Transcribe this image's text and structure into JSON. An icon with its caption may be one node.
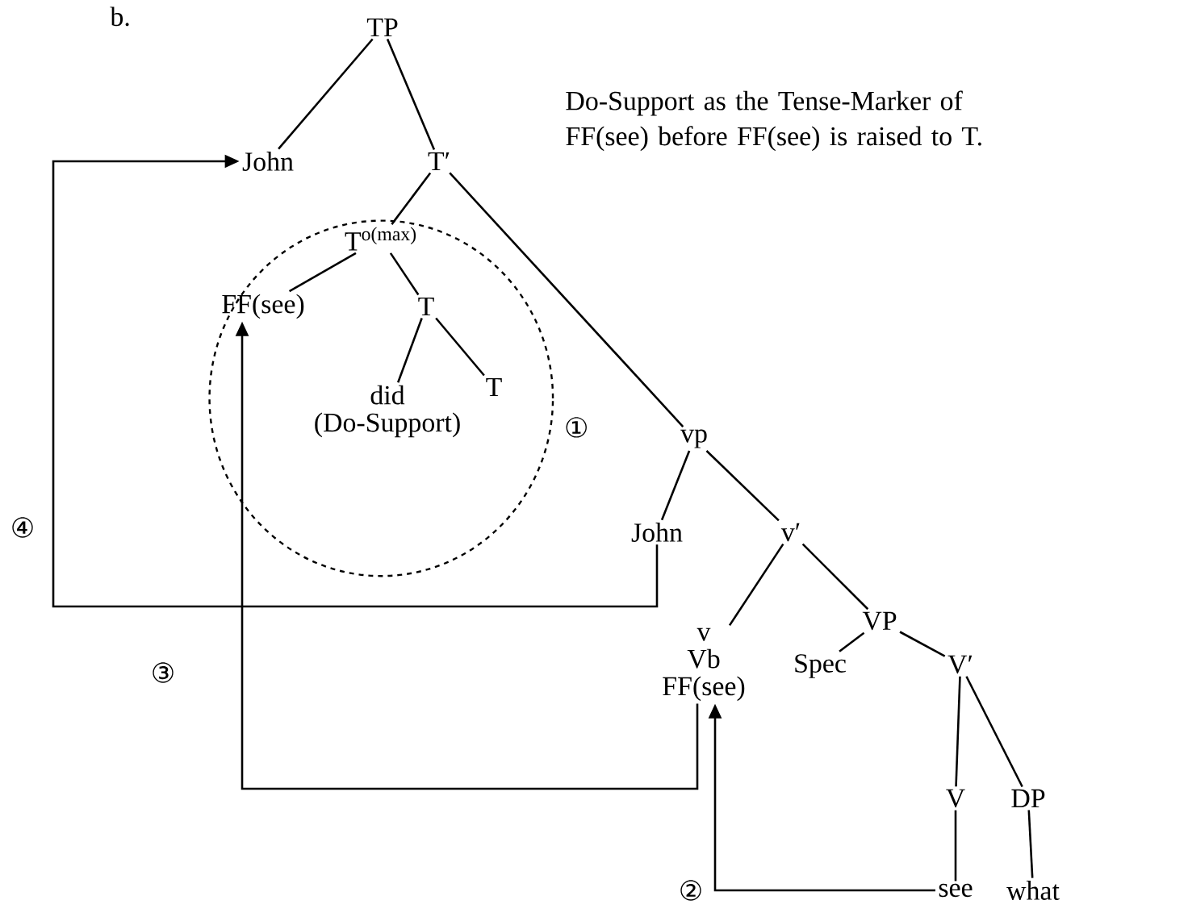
{
  "diagram": {
    "nodes": [
      {
        "text": [
          "TP"
        ]
      },
      {
        "text": [
          "John"
        ]
      },
      {
        "text": [
          "T′"
        ]
      },
      {
        "text": [],
        "shape": "circle",
        "beside": [
          "①"
        ]
      },
      {
        "text": [
          "T$^{o(max)}$"
        ],
        "in": 3
      },
      {
        "text": [
          "FF(see)"
        ],
        "in": 3
      },
      {
        "text": [
          "T"
        ],
        "in": 3
      },
      {
        "text": [
          "did",
          "(Do-Support)"
        ],
        "in": 3
      },
      {
        "text": [
          "T"
        ],
        "in": 3
      },
      {
        "text": [
          "vp"
        ]
      },
      {
        "text": [
          "John"
        ]
      },
      {
        "text": [
          "v′"
        ]
      },
      {
        "text": [
          "v",
          "Vb",
          "FF(see)"
        ]
      },
      {
        "text": [
          "VP"
        ]
      },
      {
        "text": [
          "Spec"
        ]
      },
      {
        "text": [
          "V′"
        ]
      },
      {
        "text": [
          "V"
        ]
      },
      {
        "text": [
          "DP"
        ]
      },
      {
        "text": [
          "see"
        ]
      },
      {
        "text": [
          "what"
        ]
      }
    ],
    "edges": [
      {
        "from": 0,
        "to": 1,
        "arrow": "none"
      },
      {
        "from": 0,
        "to": 2,
        "arrow": "none"
      },
      {
        "from": 2,
        "to": 4,
        "arrow": "none"
      },
      {
        "from": 2,
        "to": 9,
        "arrow": "none"
      },
      {
        "from": 4,
        "to": 5,
        "arrow": "none"
      },
      {
        "from": 4,
        "to": 6,
        "arrow": "none"
      },
      {
        "from": 6,
        "to": 7,
        "arrow": "none"
      },
      {
        "from": 6,
        "to": 8,
        "arrow": "none"
      },
      {
        "from": 9,
        "to": 10,
        "arrow": "none"
      },
      {
        "from": 9,
        "to": 11,
        "arrow": "none"
      },
      {
        "from": 11,
        "to": 12,
        "arrow": "none"
      },
      {
        "from": 11,
        "to": 13,
        "arrow": "none"
      },
      {
        "from": 13,
        "to": 14,
        "arrow": "none"
      },
      {
        "from": 13,
        "to": 15,
        "arrow": "none"
      },
      {
        "from": 15,
        "to": 16,
        "arrow": "none"
      },
      {
        "from": 15,
        "to": 17,
        "arrow": "none"
      },
      {
        "from": 16,
        "to": 18,
        "arrow": "none"
      },
      {
        "from": 17,
        "to": 19,
        "arrow": "none"
      },
      {
        "from": 18,
        "to": 12,
        "arrow": "to",
        "label": "②"
      },
      {
        "from": 12,
        "to": 5,
        "arrow": "to",
        "label": "③"
      },
      {
        "from": 10,
        "to": 1,
        "arrow": "to",
        "label": "④"
      }
    ],
    "labels": [
      "b.",
      "Do-Support as the Tense-Marker of FF(see) before FF(see) is raised to T."
    ]
  }
}
